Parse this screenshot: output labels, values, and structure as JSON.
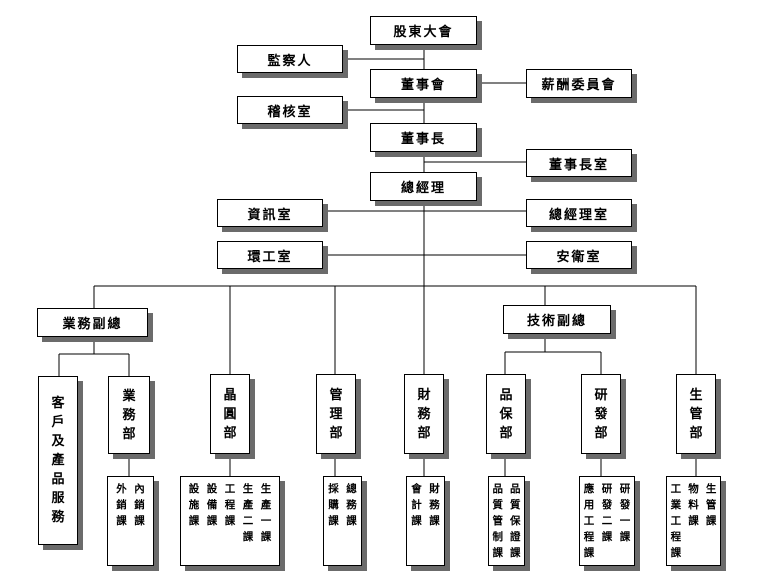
{
  "nodes": {
    "shareholders": "股東大會",
    "supervisor": "監察人",
    "board": "董事會",
    "compensation": "薪酬委員會",
    "audit": "稽核室",
    "chairman": "董事長",
    "chairman_office": "董事長室",
    "gm": "總經理",
    "it_office": "資訊室",
    "gm_office": "總經理室",
    "env_office": "環工室",
    "safety_office": "安衛室",
    "vp_business": "業務副總",
    "vp_tech": "技術副總",
    "customer_service": "客戶及產品服務",
    "sales": "業務部",
    "wafer": "晶圓部",
    "management": "管理部",
    "finance": "財務部",
    "quality": "品保部",
    "rnd": "研發部",
    "production": "生管部"
  },
  "sections": {
    "sales": [
      "內銷課",
      "外銷課"
    ],
    "wafer": [
      "生產一課",
      "生產二課",
      "工程課",
      "設備課",
      "設施課"
    ],
    "management": [
      "總務課",
      "採購課"
    ],
    "finance": [
      "財務課",
      "會計課"
    ],
    "quality": [
      "品質保證課",
      "品質管制課"
    ],
    "rnd": [
      "研發一課",
      "研發二課",
      "應用工程課"
    ],
    "production": [
      "生管課",
      "物料課",
      "工業工程課"
    ]
  }
}
